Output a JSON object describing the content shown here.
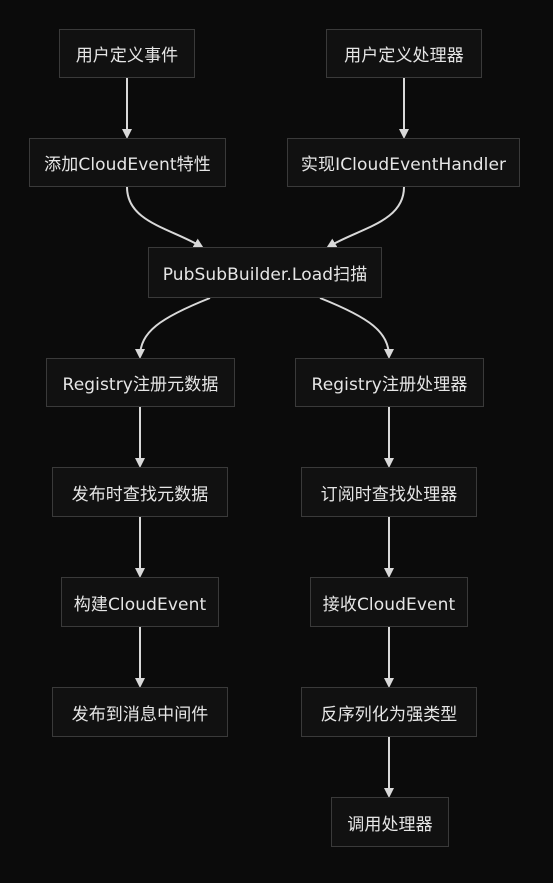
{
  "nodes": {
    "user_event": "用户定义事件",
    "user_handler": "用户定义处理器",
    "add_attribute": "添加CloudEvent特性",
    "implement_handler": "实现ICloudEventHandler",
    "load_scan": "PubSubBuilder.Load扫描",
    "registry_metadata": "Registry注册元数据",
    "registry_handler": "Registry注册处理器",
    "publish_lookup": "发布时查找元数据",
    "subscribe_lookup": "订阅时查找处理器",
    "build_event": "构建CloudEvent",
    "receive_event": "接收CloudEvent",
    "publish_middleware": "发布到消息中间件",
    "deserialize": "反序列化为强类型",
    "invoke_handler": "调用处理器"
  },
  "colors": {
    "background": "#0b0b0b",
    "node_fill": "#111111",
    "node_border": "#3a3a3a",
    "text": "#e6e6e6",
    "edge": "#d9d9d9"
  }
}
